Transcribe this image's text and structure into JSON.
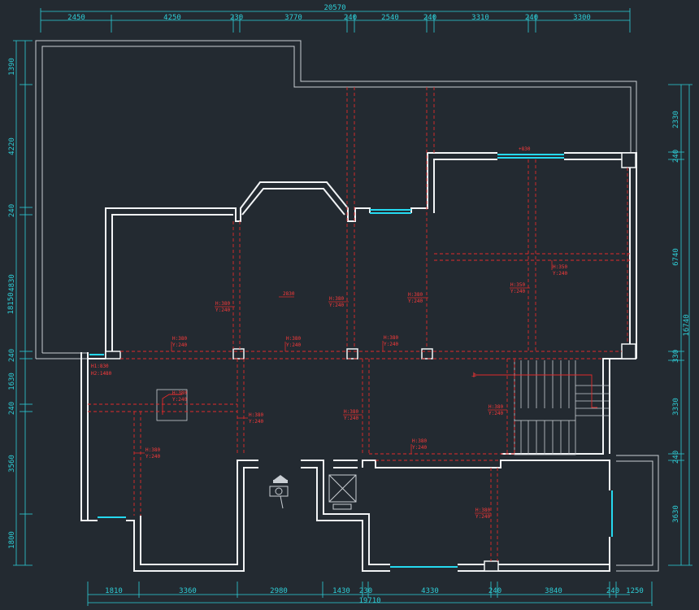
{
  "top_dims": {
    "total": "20570",
    "segments": [
      "2450",
      "4250",
      "230",
      "3770",
      "240",
      "2540",
      "240",
      "3310",
      "240",
      "3300"
    ]
  },
  "bottom_dims": {
    "total": "19710",
    "segments": [
      "1810",
      "3360",
      "2980",
      "1430",
      "230",
      "4330",
      "240",
      "3840",
      "240",
      "1250"
    ]
  },
  "left_dims": {
    "total": "18150",
    "segments": [
      "1390",
      "4220",
      "240",
      "4830",
      "240",
      "1630",
      "240",
      "3560",
      "1800"
    ]
  },
  "right_dims": {
    "total": "16740",
    "segments": [
      "2330",
      "240",
      "6740",
      "330",
      "3330",
      "240",
      "3630"
    ]
  },
  "annotations": {
    "h380_y240": [
      "H:380",
      "Y:240"
    ],
    "h350_y240": [
      "H:350",
      "Y:240"
    ],
    "h1": "H1:830",
    "h2": "H2:1480",
    "elev1": "+830",
    "elev2": "2830",
    "up": "上"
  }
}
